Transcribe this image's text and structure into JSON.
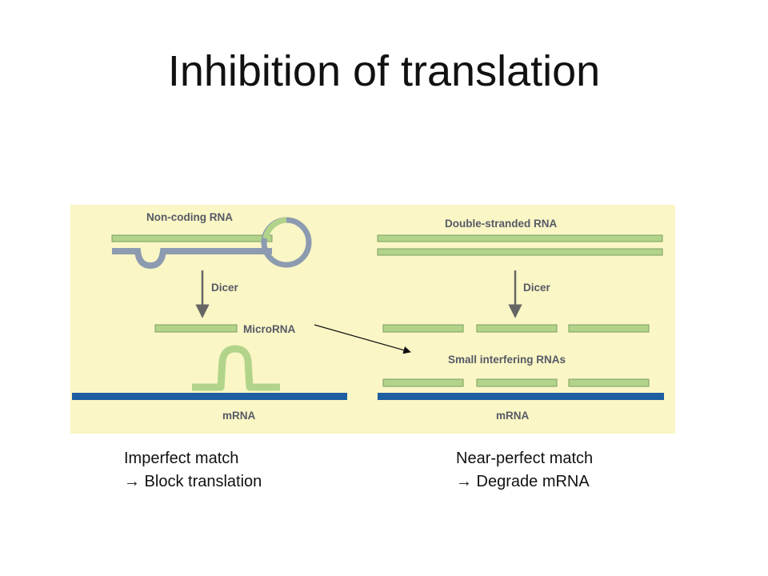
{
  "slide": {
    "title": "Inhibition of translation"
  },
  "figure": {
    "labels": {
      "non_coding_rna": "Non-coding RNA",
      "dicer_left": "Dicer",
      "microrna": "MicroRNA",
      "mrna_left": "mRNA",
      "double_stranded_rna": "Double-stranded RNA",
      "dicer_right": "Dicer",
      "small_interfering_rnas": "Small interfering RNAs",
      "mrna_right": "mRNA"
    },
    "colors": {
      "background": "#faf6c5",
      "rna_green": "#b2d48a",
      "rna_green_edge": "#7f9c62",
      "hairpin_gray": "#8c9bb0",
      "mrna_blue": "#1d5fa0",
      "arrow_gray": "#666666"
    }
  },
  "captions": {
    "left": {
      "line1": "Imperfect match",
      "line2": "→ Block translation"
    },
    "right": {
      "line1": "Near-perfect match",
      "line2": "→ Degrade mRNA"
    }
  }
}
